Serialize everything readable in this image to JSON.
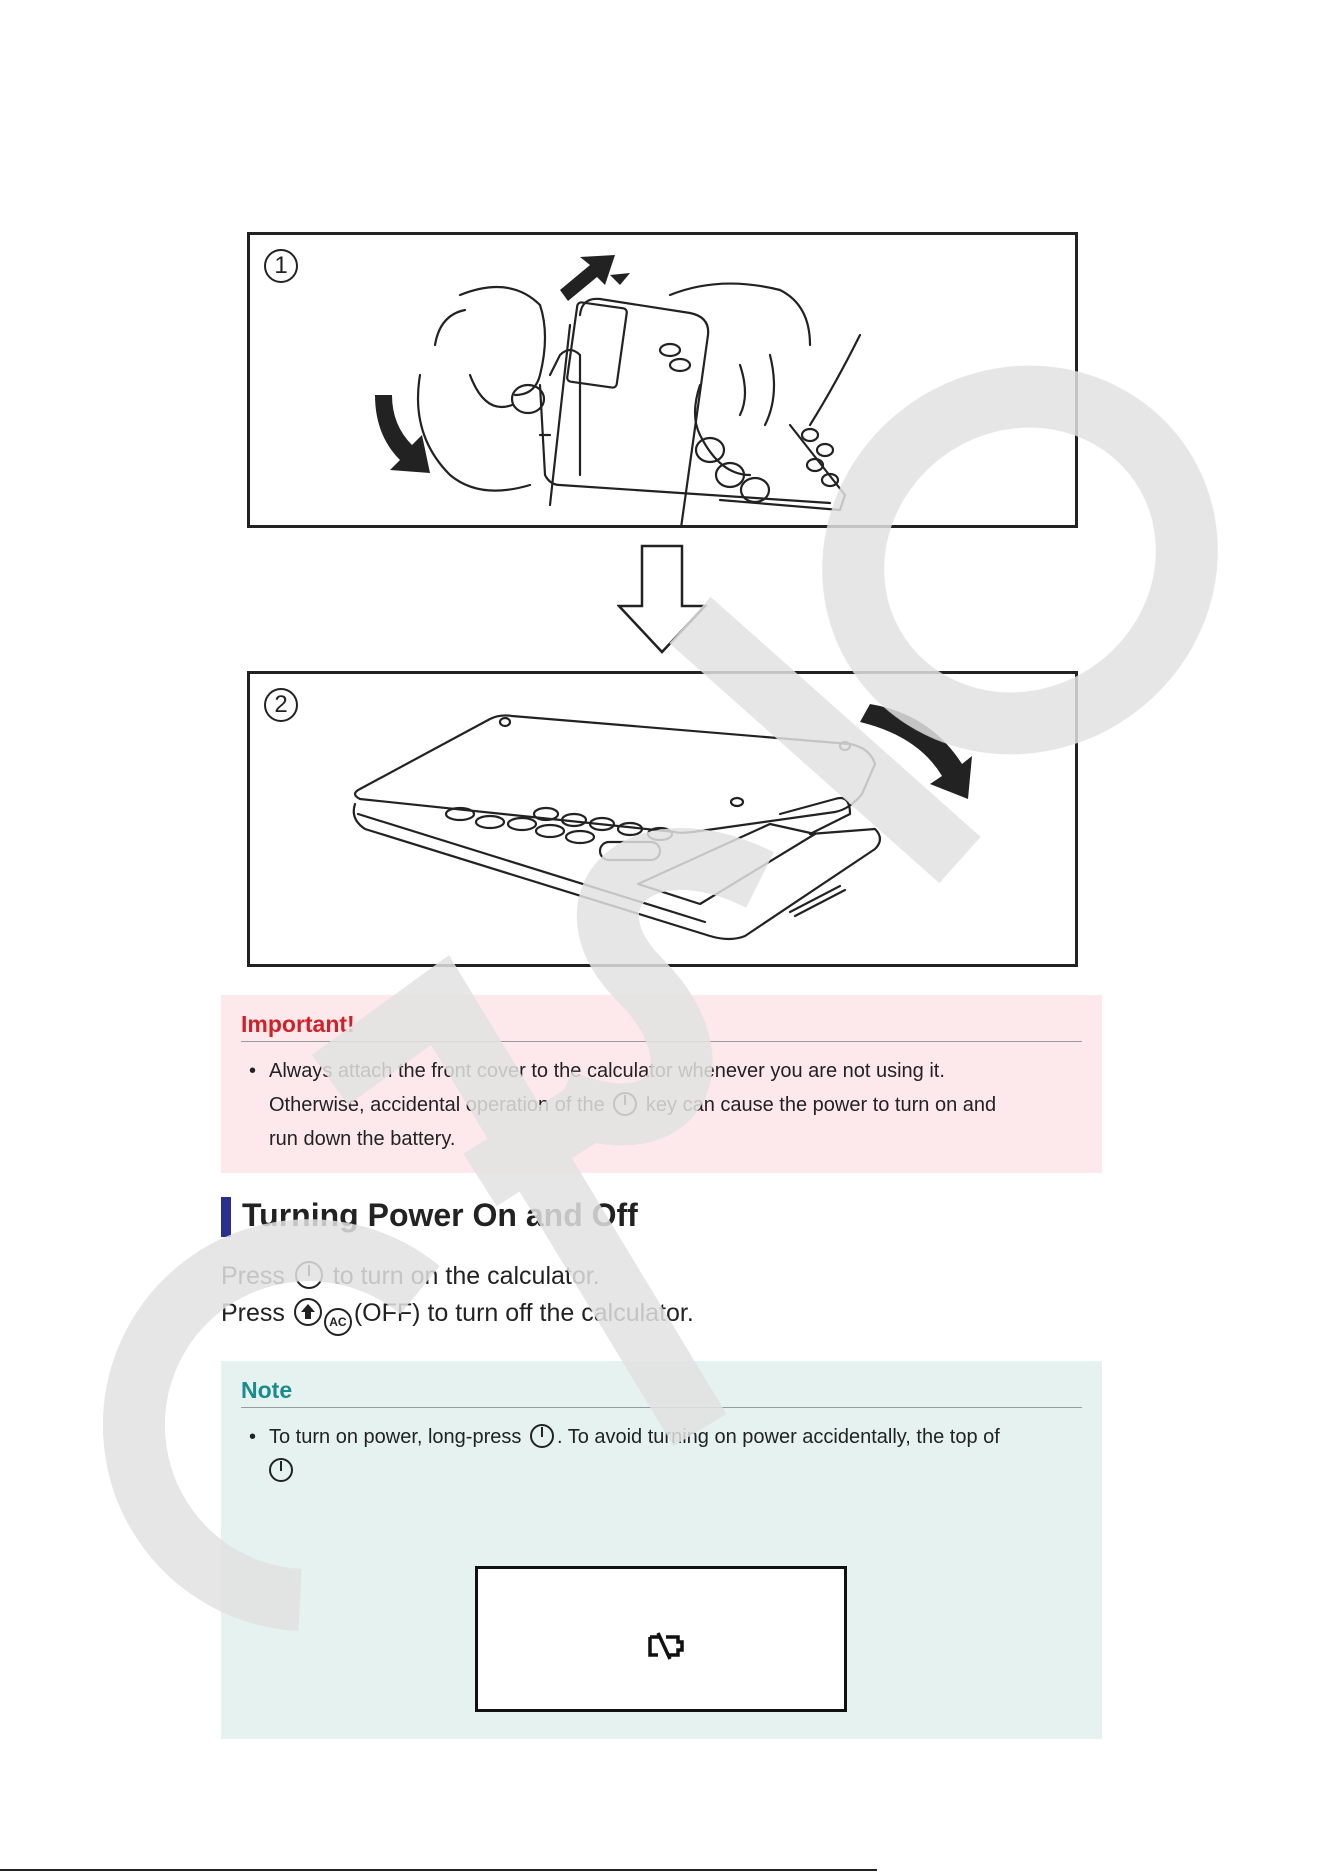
{
  "figure": {
    "step1_label": "1",
    "step2_label": "2"
  },
  "important": {
    "title": "Important!",
    "bullet": "•",
    "text_part1": "Always attach the front cover to the calculator whenever you are not using it.",
    "text_part2": "Otherwise, accidental operation of the",
    "text_part3": "key can cause the power to turn on and",
    "text_part4": "run down the battery."
  },
  "section": {
    "heading": "Turning Power On and Off",
    "line1_press": "Press",
    "line1_rest": "to turn on the calculator.",
    "line2_press": "Press",
    "line2_key_ac": "AC",
    "line2_rest": "(OFF) to turn off the calculator."
  },
  "note": {
    "title": "Note",
    "bullet": "•",
    "text_part1": "To turn on power, long-press",
    "text_part2": ". To avoid turning on power accidentally, the top of"
  },
  "icons": {
    "power": "power-key-icon",
    "shift": "shift-key-icon",
    "ac": "ac-key-icon",
    "battery": "low-battery-icon"
  },
  "colors": {
    "important_title": "#cf2127",
    "important_bg": "#fde8ec",
    "note_title": "#1b8c8a",
    "note_bg": "#e5f2ef",
    "heading_bar": "#2a2f8e",
    "watermark": "#e2e2e2"
  }
}
